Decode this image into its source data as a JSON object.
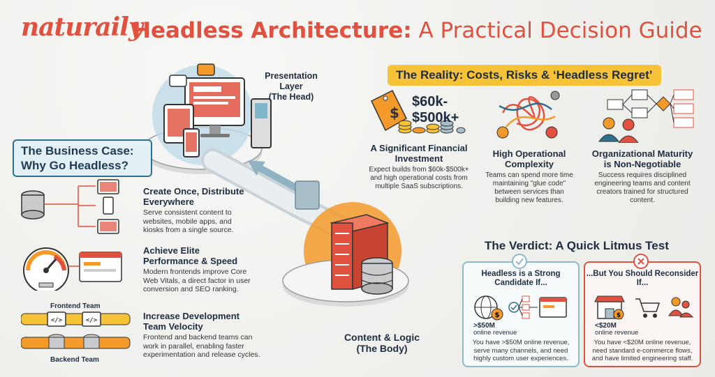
{
  "brand": "naturaily",
  "title": {
    "bold": "Headless Architecture:",
    "rest": " A Practical Decision Guide"
  },
  "business_case": {
    "title_line1": "The Business Case:",
    "title_line2": "Why Go Headless?"
  },
  "features": [
    {
      "title": "Create Once, Distribute Everywhere",
      "desc": "Serve consistent content to websites, mobile apps, and kiosks from a single source."
    },
    {
      "title": "Achieve Elite Performance & Speed",
      "desc": "Modern frontends improve Core Web Vitals, a direct factor in user conversion and SEO ranking."
    },
    {
      "title": "Increase Development Team Velocity",
      "desc": "Frontend and backend teams can work in parallel, enabling faster experimentation and release cycles."
    }
  ],
  "teams": {
    "frontend": "Frontend Team",
    "backend": "Backend Team"
  },
  "presentation_layer": {
    "line1": "Presentation Layer",
    "line2": "(The Head)"
  },
  "body_layer": {
    "line1": "Content & Logic",
    "line2": "(The Body)"
  },
  "reality": {
    "title": "The Reality: Costs, Risks & ‘Headless Regret’",
    "price_line1": "$60k-",
    "price_line2": "$500k+",
    "items": [
      {
        "title": "A Significant Financial Investment",
        "desc": "Expect builds from $60k-$500k+ and high operational costs from multiple SaaS subscriptions."
      },
      {
        "title": "High Operational Complexity",
        "desc": "Teams can spend more time maintaining \"glue code\" between services than building new features."
      },
      {
        "title": "Organizational Maturity is Non-Negotiable",
        "desc": "Success requires disciplined engineering teams and content creators trained for structured content."
      }
    ]
  },
  "verdict": {
    "title": "The Verdict: A Quick Litmus Test",
    "strong": {
      "title": "Headless is a Strong Candidate If...",
      "revenue": ">$50M",
      "revenue_label": "online revenue",
      "desc": "You have >$50M online revenue, serve many channels, and need highly custom user experiences."
    },
    "reconsider": {
      "title": "...But You Should Reconsider If...",
      "revenue": "<$20M",
      "revenue_label": "online revenue",
      "desc": "You have <$20M online revenue, need standard e-commerce flows, and have limited engineering staff."
    }
  },
  "colors": {
    "accent": "#e0513f",
    "navy": "#1f2d40",
    "teal": "#2e6f8e",
    "yellow": "#f5c238",
    "orange": "#f39a2b",
    "green_border": "#8cb8c8"
  }
}
